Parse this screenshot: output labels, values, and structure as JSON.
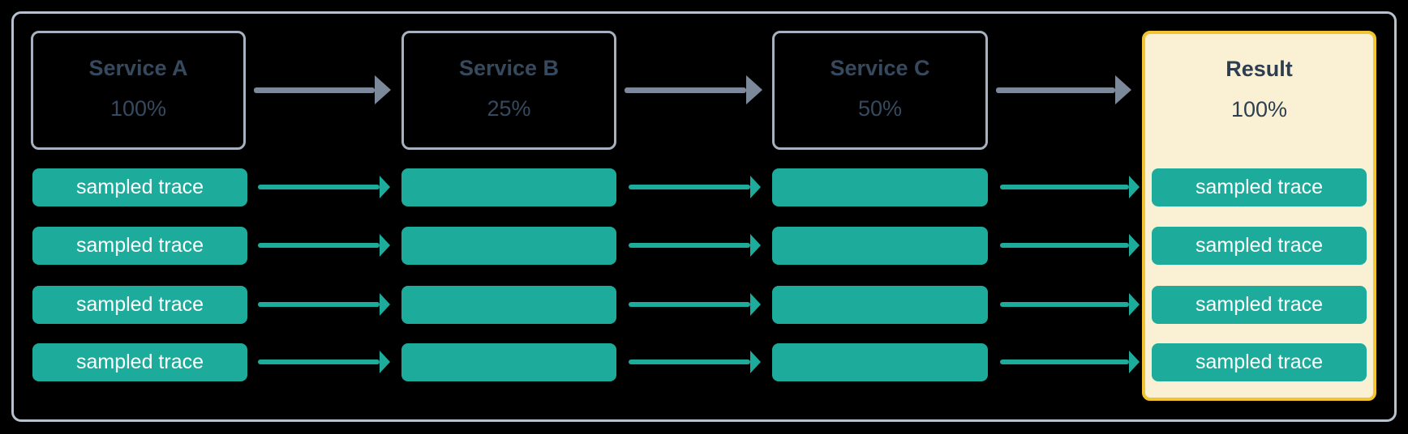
{
  "diagram": {
    "description": "Trace sampling flow across services",
    "services": [
      {
        "name": "Service A",
        "rate": "100%"
      },
      {
        "name": "Service B",
        "rate": "25%"
      },
      {
        "name": "Service C",
        "rate": "50%"
      }
    ],
    "result": {
      "name": "Result",
      "rate": "100%"
    },
    "trace": {
      "label": "sampled trace",
      "rows": 4
    },
    "colors": {
      "background": "#000000",
      "frame_border": "#b7c2ce",
      "service_border": "#a6b2c1",
      "service_text": "#36495d",
      "flow_arrow": "#7b899a",
      "trace_fill": "#1dac9c",
      "trace_text": "#ffffff",
      "result_fill": "#faf0d3",
      "result_border": "#f3c431",
      "result_text": "#2c3e50"
    }
  }
}
